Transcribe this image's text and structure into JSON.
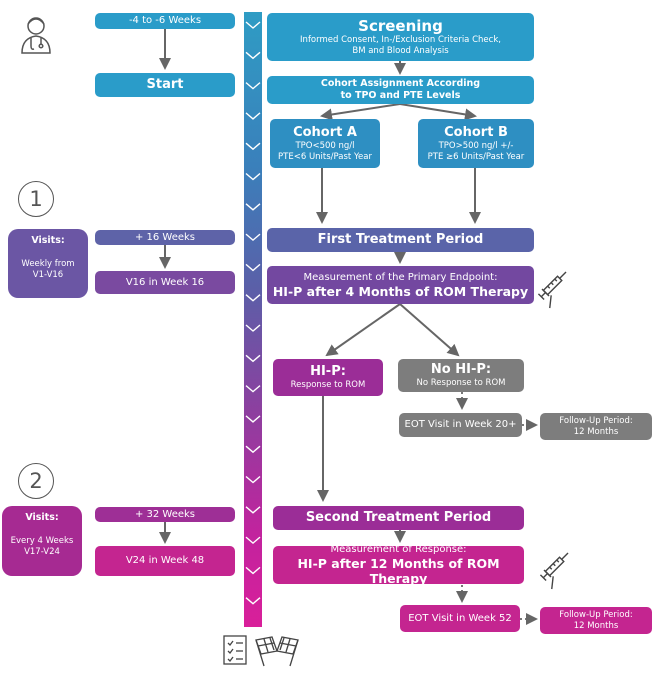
{
  "colors": {
    "blue": "#2a9cc9",
    "indigo": "#5a64a9",
    "violet": "#7a4aa0",
    "grey": "#7d7d7d",
    "purple": "#9e2f96",
    "magenta": "#c42590"
  },
  "icons": {
    "doctor": "doctor-icon",
    "syringe": "syringe-icon",
    "checklist": "checklist-icon",
    "flag": "checkered-flag-icon"
  },
  "timeline": {
    "pre_weeks": "-4 to -6 Weeks",
    "start": "Start",
    "plus16": "+ 16 Weeks",
    "v16": "V16 in Week 16",
    "plus32": "+ 32 Weeks",
    "v24": "V24 in Week 48"
  },
  "screening": {
    "title": "Screening",
    "line1": "Informed Consent, In-/Exclusion Criteria Check,",
    "line2": "BM and Blood Analysis"
  },
  "cohort_assignment": {
    "line1": "Cohort Assignment According",
    "line2": "to TPO and PTE Levels"
  },
  "cohort_a": {
    "title": "Cohort A",
    "line1": "TPO<500 ng/l",
    "line2": "PTE<6 Units/Past Year"
  },
  "cohort_b": {
    "title": "Cohort B",
    "line1": "TPO>500 ng/l +/-",
    "line2": "PTE ≥6 Units/Past Year"
  },
  "phase1": {
    "number": "1",
    "visits_title": "Visits:",
    "visits_l1": "Weekly from",
    "visits_l2": "V1-V16",
    "first_treatment": "First Treatment Period",
    "primary_l1": "Measurement of the Primary Endpoint:",
    "primary_l2": "HI-P after 4 Months of ROM Therapy"
  },
  "hip": {
    "title": "HI-P:",
    "sub": "Response to ROM"
  },
  "nohip": {
    "title": "No HI-P:",
    "sub": "No Response to ROM"
  },
  "eot20": "EOT Visit in Week 20+",
  "follow1": {
    "l1": "Follow-Up Period:",
    "l2": "12 Months"
  },
  "phase2": {
    "number": "2",
    "visits_title": "Visits:",
    "visits_l1": "Every 4 Weeks",
    "visits_l2": "V17-V24",
    "second_treatment": "Second Treatment Period",
    "resp_l1": "Measurement of Response:",
    "resp_l2": "HI-P after 12 Months of ROM Therapy"
  },
  "eot52": "EOT Visit in Week 52",
  "follow2": {
    "l1": "Follow-Up Period:",
    "l2": "12 Months"
  }
}
